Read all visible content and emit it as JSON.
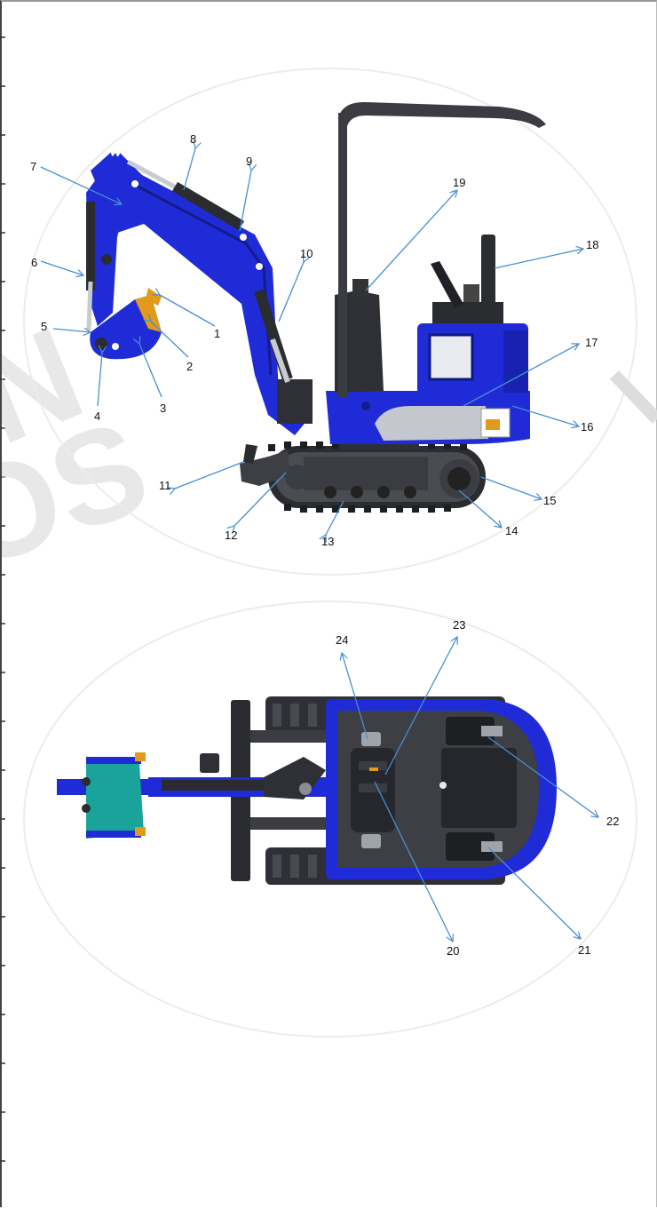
{
  "diagram": {
    "side_view_callouts": [
      "1",
      "2",
      "3",
      "4",
      "5",
      "6",
      "7",
      "8",
      "9",
      "10",
      "11",
      "12",
      "13",
      "14",
      "15",
      "16",
      "17",
      "18",
      "19"
    ],
    "top_view_callouts": [
      "20",
      "21",
      "22",
      "23",
      "24"
    ]
  },
  "colors": {
    "body_blue": "#1f2bd6",
    "dark_blue": "#141c8a",
    "grey": "#5a5d66",
    "dark": "#2b2c30",
    "silver": "#b9bcc2",
    "accent_orange": "#e29a1a",
    "teal": "#1aa39a",
    "leader_line": "#4a8ed0"
  },
  "icons": [
    "excavator-side-view",
    "excavator-top-view"
  ]
}
